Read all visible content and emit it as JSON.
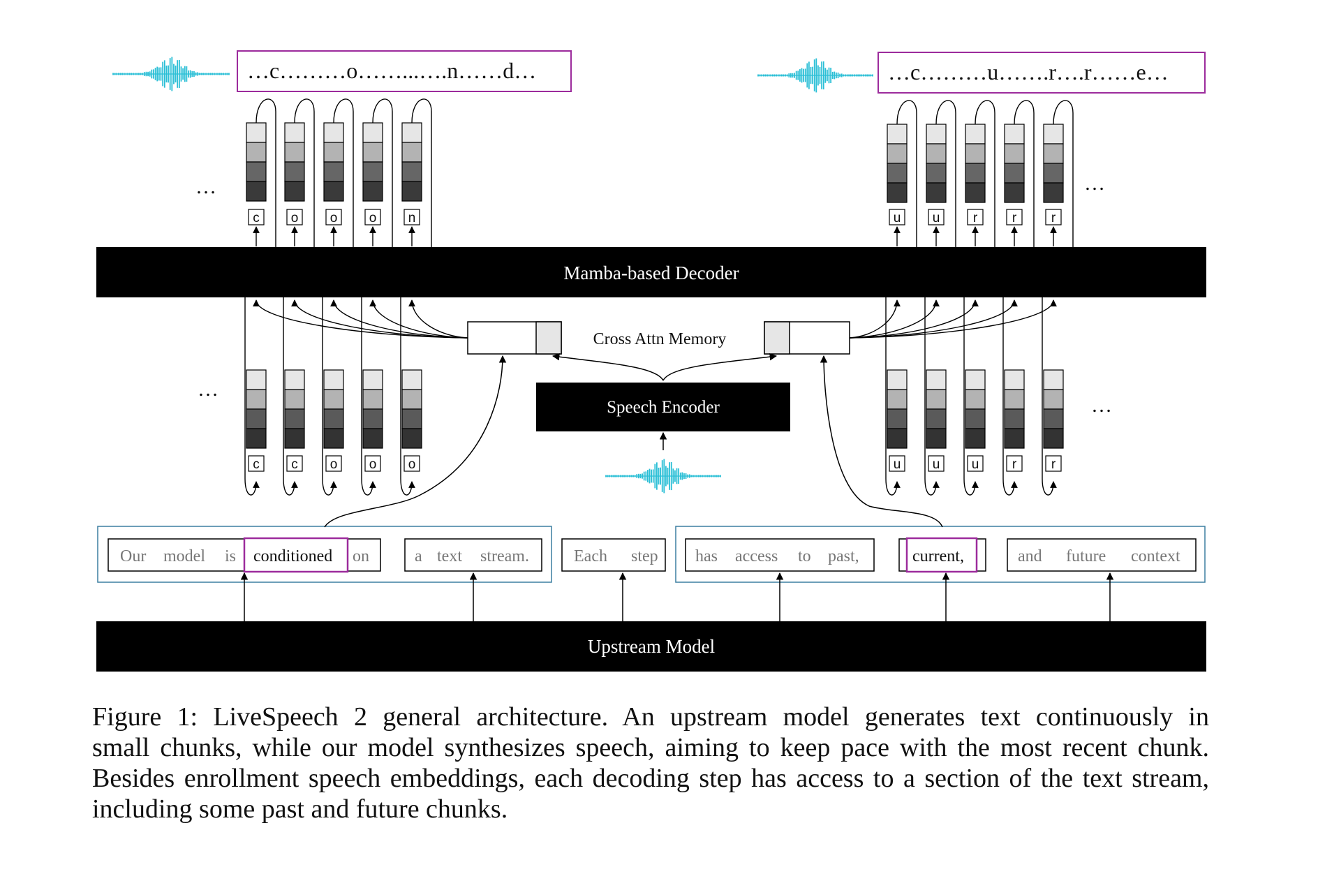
{
  "decoder_label": "Mamba-based Decoder",
  "memory_label": "Cross Attn Memory",
  "encoder_label": "Speech Encoder",
  "upstream_label": "Upstream Model",
  "left_output": "…c………o……...….n……d…",
  "right_output": "…c………u…….r….r……e…",
  "ellipsis": "…",
  "left_top_chars": [
    "c",
    "o",
    "o",
    "o",
    "n"
  ],
  "right_top_chars": [
    "u",
    "u",
    "r",
    "r",
    "r"
  ],
  "left_bottom_chars": [
    "c",
    "c",
    "o",
    "o",
    "o"
  ],
  "right_bottom_chars": [
    "u",
    "u",
    "u",
    "r",
    "r"
  ],
  "text_chunks": {
    "chunk1": [
      "Our",
      "model",
      "is"
    ],
    "chunk1_highlight": "conditioned",
    "chunk1_tail": "on",
    "chunk2": [
      "a",
      "text",
      "stream."
    ],
    "chunk3": [
      "Each",
      "step"
    ],
    "chunk4": [
      "has",
      "access",
      "to",
      "past,"
    ],
    "chunk5_highlight": "current,",
    "chunk6": [
      "and",
      "future",
      "context"
    ]
  },
  "caption": [
    "Figure 1: LiveSpeech 2 general architecture. An upstream model generates text continuously in",
    "small chunks, while our model synthesizes speech, aiming to keep pace with the most recent chunk.",
    "Besides enrollment speech embeddings, each decoding step has access to a section of the text stream,",
    "including some past and future chunks."
  ],
  "colors": {
    "highlight": "#9c2b9c",
    "wave": "#2bbfd6",
    "chunk_border": "#3c7fa0",
    "block": "#000000"
  }
}
